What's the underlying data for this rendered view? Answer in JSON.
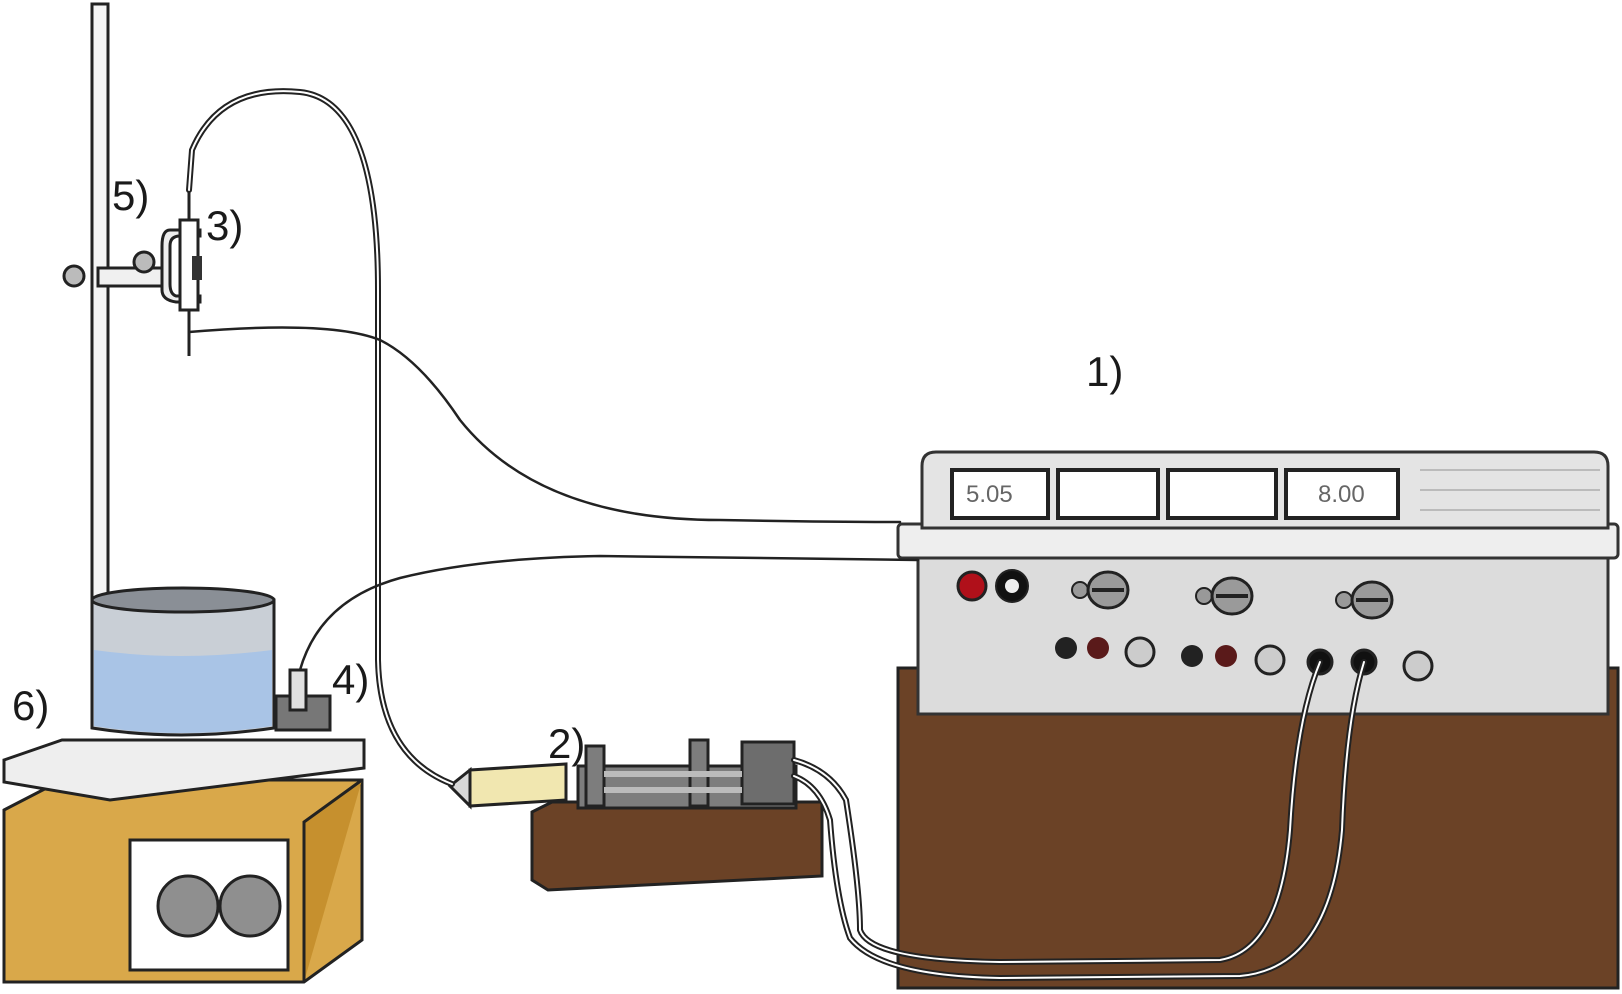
{
  "labels": {
    "power_supply": "1)",
    "syringe_pump": "2)",
    "needle": "3)",
    "collector_clip": "4)",
    "clamp": "5)",
    "stirrer": "6)"
  },
  "displays": {
    "left": "5.05",
    "right": "8.00"
  },
  "colors": {
    "wood": "#6b4226",
    "hotplate_body": "#d9a84a",
    "beaker_liquid": "#a9c4e6",
    "syringe_barrel": "#f1e7b0",
    "knob_red": "#b0101a",
    "metal": "#8c8c8c"
  }
}
